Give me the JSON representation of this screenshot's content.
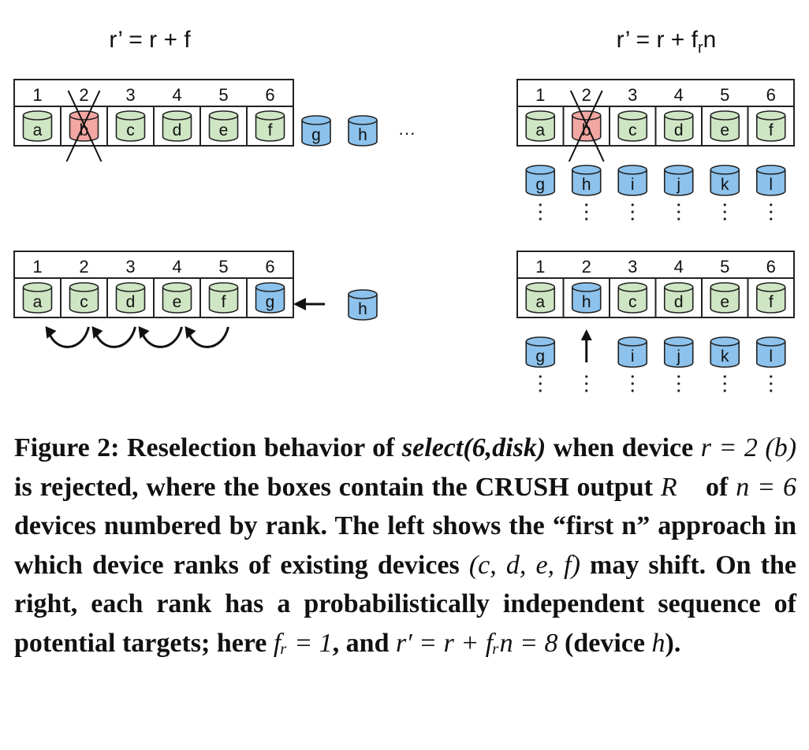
{
  "figure": {
    "left_formula": "r’ = r + f",
    "right_formula_parts": [
      "r’ = r + f",
      "r",
      "n"
    ],
    "ranks": [
      "1",
      "2",
      "3",
      "4",
      "5",
      "6"
    ],
    "top_left": {
      "slots": [
        {
          "label": "a",
          "color": "green"
        },
        {
          "label": "b",
          "color": "red",
          "crossed": true
        },
        {
          "label": "c",
          "color": "green"
        },
        {
          "label": "d",
          "color": "green"
        },
        {
          "label": "e",
          "color": "green"
        },
        {
          "label": "f",
          "color": "green"
        }
      ],
      "extras": [
        "g",
        "h"
      ],
      "ellipsis": "···"
    },
    "bottom_left": {
      "slots": [
        {
          "label": "a",
          "color": "green"
        },
        {
          "label": "c",
          "color": "green"
        },
        {
          "label": "d",
          "color": "green"
        },
        {
          "label": "e",
          "color": "green"
        },
        {
          "label": "f",
          "color": "green"
        },
        {
          "label": "g",
          "color": "blue"
        }
      ],
      "extras": [
        "h"
      ]
    },
    "top_right": {
      "slots": [
        {
          "label": "a",
          "color": "green"
        },
        {
          "label": "b",
          "color": "red",
          "crossed": true
        },
        {
          "label": "c",
          "color": "green"
        },
        {
          "label": "d",
          "color": "green"
        },
        {
          "label": "e",
          "color": "green"
        },
        {
          "label": "f",
          "color": "green"
        }
      ],
      "candidates": [
        "g",
        "h",
        "i",
        "j",
        "k",
        "l"
      ]
    },
    "bottom_right": {
      "slots": [
        {
          "label": "a",
          "color": "green"
        },
        {
          "label": "h",
          "color": "blue"
        },
        {
          "label": "c",
          "color": "green"
        },
        {
          "label": "d",
          "color": "green"
        },
        {
          "label": "e",
          "color": "green"
        },
        {
          "label": "f",
          "color": "green"
        }
      ],
      "candidates": [
        "g",
        "",
        "i",
        "j",
        "k",
        "l"
      ]
    },
    "colors": {
      "green": "#cfe6c4",
      "red": "#f3a7a2",
      "blue": "#8cc2ec"
    }
  },
  "caption": {
    "label": "Figure 2:",
    "t1": " Reselection behavior of ",
    "func": "select(6,disk)",
    "t2": " when device ",
    "m1": "r = 2 (b)",
    "t3": " is rejected, where the boxes contain the CRUSH output ",
    "m2": "R⃗",
    "t4": " of ",
    "m3": "n = 6",
    "t5": " devices numbered by rank. The left shows the “first n” approach in which device ranks of existing devices ",
    "m4": "(c, d, e, f)",
    "t6": " may shift. On the right, each rank has a probabilistically independent sequence of potential targets; here ",
    "m5": "fᵣ = 1",
    "t7": ", and ",
    "m6": "r′ = r + fᵣn = 8",
    "t8": " (device ",
    "m7": "h",
    "t9": ")."
  }
}
